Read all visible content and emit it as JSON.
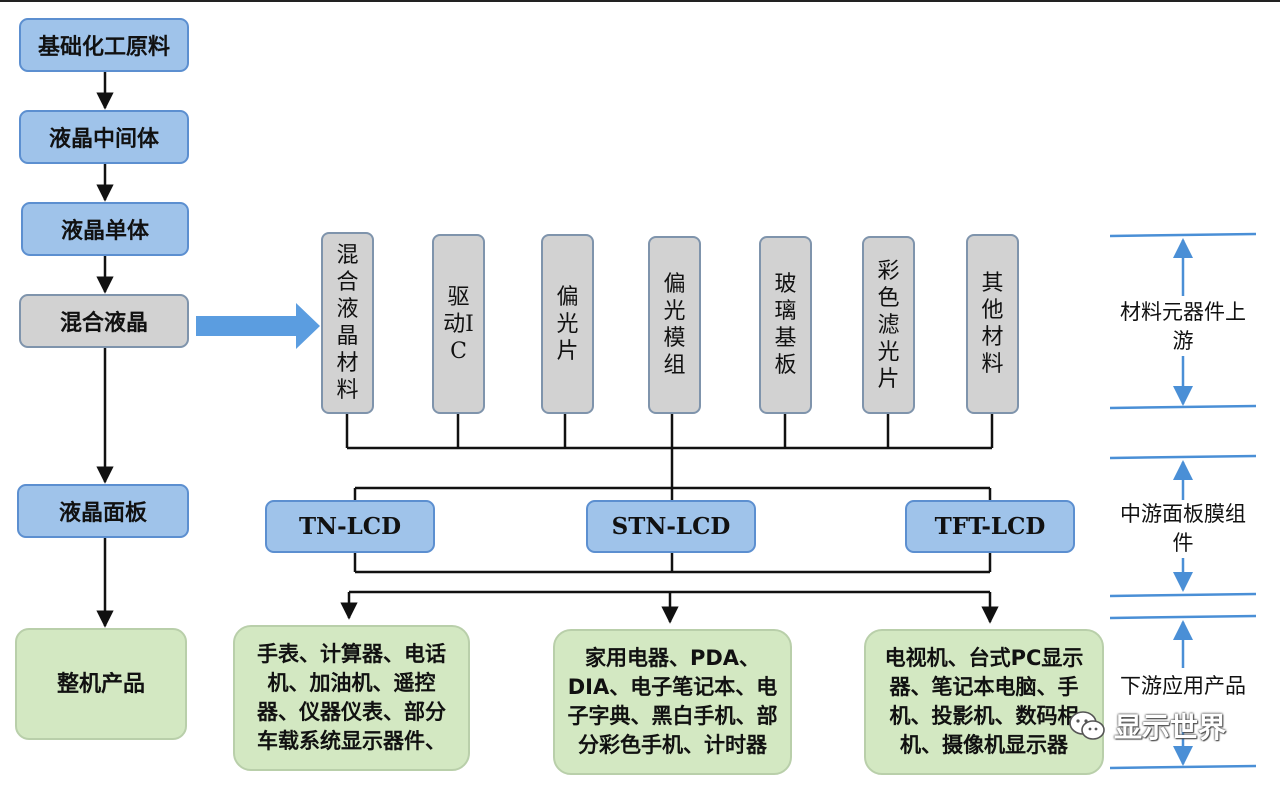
{
  "left_chain": [
    "基础化工原料",
    "液晶中间体",
    "液晶单体",
    "混合液晶",
    "液晶面板",
    "整机产品"
  ],
  "materials": [
    {
      "label": "混合液晶材料"
    },
    {
      "label": "驱动IC"
    },
    {
      "label": "偏光片"
    },
    {
      "label": "偏光模组"
    },
    {
      "label": "玻璃基板"
    },
    {
      "label": "彩色滤光片"
    },
    {
      "label": "其他材料"
    }
  ],
  "lcd_types": [
    "TN-LCD",
    "STN-LCD",
    "TFT-LCD"
  ],
  "applications": [
    "手表、计算器、电话机、加油机、遥控器、仪器仪表、部分车载系统显示器件、",
    "家用电器、PDA、DIA、电子笔记本、电子字典、黑白手机、部分彩色手机、计时器",
    "电视机、台式PC显示器、笔记本电脑、手机、投影机、数码相机、摄像机显示器"
  ],
  "stages": {
    "upstream": "材料元器件上游",
    "midstream": "中游面板膜组件",
    "downstream": "下游应用产品"
  },
  "watermark": {
    "label": "显示世界",
    "icon": "wechat-icon"
  },
  "colors": {
    "blue_fill": "#9fc3ea",
    "gray_fill": "#d2d2d2",
    "green_fill": "#d3e8c2",
    "line_blue": "#4a8fd6"
  }
}
